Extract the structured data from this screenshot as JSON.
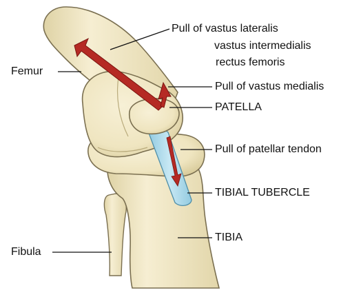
{
  "labels": {
    "pull_lateral": "Pull of vastus lateralis",
    "pull_intermedialis": "vastus intermedialis",
    "pull_rectus": "rectus femoris",
    "femur": "Femur",
    "pull_medialis": "Pull of vastus medialis",
    "patella": "PATELLA",
    "pull_tendon": "Pull of patellar tendon",
    "tibial_tubercle": "TIBIAL TUBERCLE",
    "tibia": "TIBIA",
    "fibula": "Fibula"
  },
  "colors": {
    "bone": "#f1e8c6",
    "bone_shade": "#d8cc9e",
    "bone_outline": "#7a6f50",
    "tendon": "#a9d8ea",
    "muscle_arrow": "#b52a24",
    "leader_line": "#111111"
  }
}
